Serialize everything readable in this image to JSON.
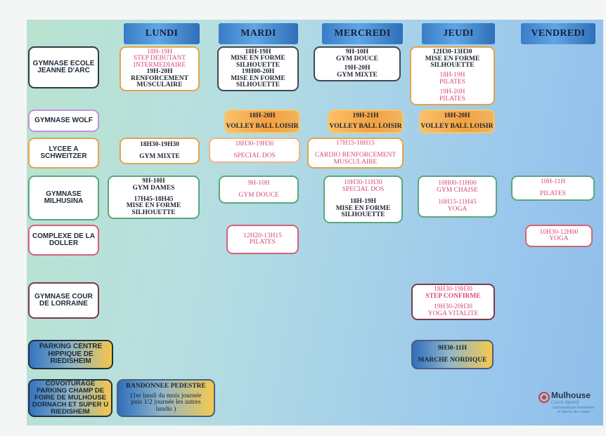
{
  "days": [
    "LUNDI",
    "MARDI",
    "MERCREDI",
    "JEUDI",
    "VENDREDI"
  ],
  "venues": [
    "GYMNASE ECOLE JEANNE D'ARC",
    "GYMNASE WOLF",
    "LYCEE A SCHWEITZER",
    "GYMNASE MILHUSINA",
    "COMPLEXE DE LA DOLLER",
    "GYMNASE COUR DE LORRAINE",
    "PARKING CENTRE HIPPIQUE DE RIEDISHEIM",
    "COVOITURAGE PARKING CHAMP DE FOIRE DE MULHOUSE DORNACH ET SUPER U RIEDISHEIM"
  ],
  "sessions": {
    "jda_lundi": [
      "18H-19H",
      "STEP DEBUTANT",
      "INTERMEDIAIRE",
      "19H-20H",
      "RENFORCEMENT",
      "MUSCULAIRE"
    ],
    "jda_mardi": [
      "18H-19H",
      "MISE EN FORME",
      "SILHOUETTE",
      "19H00-20H",
      "MISE EN FORME",
      "SILHOUETTE"
    ],
    "jda_mercredi": [
      "9H-10H",
      "GYM DOUCE",
      "19H-20H",
      "GYM MIXTE"
    ],
    "jda_jeudi": [
      "12H30-13H30",
      "MISE EN FORME",
      "SILHOUETTE",
      "18H-19H",
      "PILATES",
      "19H-20H",
      "PILATES"
    ],
    "wolf_mardi": [
      "18H-20H",
      "VOLLEY BALL LOISIR"
    ],
    "wolf_mercredi": [
      "19H-21H",
      "VOLLEY BALL LOISIR"
    ],
    "wolf_jeudi": [
      "18H-20H",
      "VOLLEY BALL LOISIR"
    ],
    "lycee_lundi": [
      "18H30-19H30",
      "GYM MIXTE"
    ],
    "lycee_mardi": [
      "18H30-19H30",
      "SPECIAL DOS"
    ],
    "lycee_mercredi": [
      "17H15-18H15",
      "CARDIO   RENFORCEMENT",
      "MUSCULAIRE"
    ],
    "milh_lundi": [
      "9H-10H",
      "GYM DAMES",
      "17H45-18H45",
      "MISE EN FORME",
      "SILHOUETTE"
    ],
    "milh_mardi": [
      "9H-10H",
      "GYM DOUCE"
    ],
    "milh_mercredi": [
      "10H30-11H30",
      "SPECIAL DOS",
      "18H-19H",
      "MISE EN FORME",
      "SILHOUETTE"
    ],
    "milh_jeudi": [
      "10H00-11H00",
      "GYM CHAISE",
      "10H15-11H45",
      "YOGA"
    ],
    "milh_vendredi": [
      "10H-11H",
      "PILATES"
    ],
    "doller_mardi": [
      "12H20-13H15",
      "PILATES"
    ],
    "doller_vendredi": [
      "10H30-12H00",
      "YOGA"
    ],
    "lorraine_jeudi": [
      "18H30-19H30",
      "STEP CONFIRME",
      "19H30-20H30",
      "YOGA VITALITE"
    ],
    "parking_jeudi": [
      "9H30-11H",
      "MARCHE NORDIQUE"
    ],
    "covoit_lundi": [
      "RANDONNEE PEDESTRE",
      "(1er lundi du mois journée",
      "puis 1/2 journée les autres",
      "lundis )"
    ]
  },
  "logo": {
    "name": "Mulhouse",
    "sub": "Cercle Sportif",
    "tag1": "Gymnastique d'entretien",
    "tag2": "et Sports de Loisirs"
  },
  "colors": {
    "day_header": "#3a7cc6",
    "time_pink": "#d8477a",
    "volley_orange": "#f3a13f"
  }
}
